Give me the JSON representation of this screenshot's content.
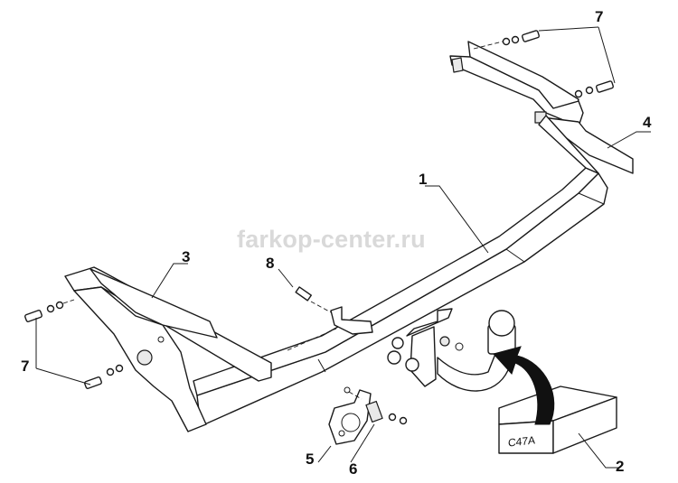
{
  "watermark": "farkop-center.ru",
  "box_label": "C47A",
  "callouts": {
    "c1": "1",
    "c2": "2",
    "c3": "3",
    "c4": "4",
    "c5": "5",
    "c6": "6",
    "c7_top": "7",
    "c7_left": "7",
    "c8": "8"
  },
  "colors": {
    "line": "#1a1a1a",
    "watermark": "#d9d9d9",
    "arrow": "#111111"
  }
}
